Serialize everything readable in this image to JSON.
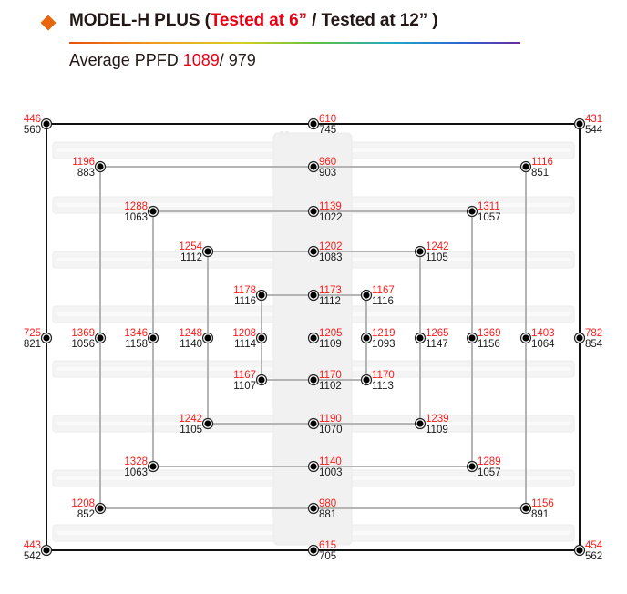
{
  "header": {
    "model": "MODEL-H PLUS (",
    "tested_6": "Tested at 6”",
    "separator": " / Tested at 12” )",
    "average_label": "Average PPFD ",
    "average_6": "1089",
    "average_12": "/ 979",
    "diamond_color": "#e8650a",
    "accent_red": "#e60012"
  },
  "chart_data": {
    "type": "table",
    "title": "MODEL-H PLUS PPFD map (Tested at 6” / Tested at 12”)",
    "average_ppfd": {
      "at_6in": 1089,
      "at_12in": 979
    },
    "units": "PPFD",
    "rings": [
      {
        "name": "outer",
        "points": [
          {
            "pos": "top-left",
            "at_6in": 446,
            "at_12in": 560
          },
          {
            "pos": "top-center",
            "at_6in": 610,
            "at_12in": 745
          },
          {
            "pos": "top-right",
            "at_6in": 431,
            "at_12in": 544
          },
          {
            "pos": "mid-left",
            "at_6in": 725,
            "at_12in": 821
          },
          {
            "pos": "mid-right",
            "at_6in": 782,
            "at_12in": 854
          },
          {
            "pos": "bottom-left",
            "at_6in": 443,
            "at_12in": 542
          },
          {
            "pos": "bottom-center",
            "at_6in": 615,
            "at_12in": 705
          },
          {
            "pos": "bottom-right",
            "at_6in": 454,
            "at_12in": 562
          }
        ]
      },
      {
        "name": "ring-4",
        "points": [
          {
            "pos": "top-left",
            "at_6in": 1196,
            "at_12in": 883
          },
          {
            "pos": "top-center",
            "at_6in": 960,
            "at_12in": 903
          },
          {
            "pos": "top-right",
            "at_6in": 1116,
            "at_12in": 851
          },
          {
            "pos": "mid-left",
            "at_6in": 1369,
            "at_12in": 1056
          },
          {
            "pos": "mid-right",
            "at_6in": 1403,
            "at_12in": 1064
          },
          {
            "pos": "bottom-left",
            "at_6in": 1208,
            "at_12in": 852
          },
          {
            "pos": "bottom-center",
            "at_6in": 980,
            "at_12in": 881
          },
          {
            "pos": "bottom-right",
            "at_6in": 1156,
            "at_12in": 891
          }
        ]
      },
      {
        "name": "ring-3",
        "points": [
          {
            "pos": "top-left",
            "at_6in": 1288,
            "at_12in": 1063
          },
          {
            "pos": "top-center",
            "at_6in": 1139,
            "at_12in": 1022
          },
          {
            "pos": "top-right",
            "at_6in": 1311,
            "at_12in": 1057
          },
          {
            "pos": "mid-left",
            "at_6in": 1346,
            "at_12in": 1158
          },
          {
            "pos": "mid-right",
            "at_6in": 1369,
            "at_12in": 1156
          },
          {
            "pos": "bottom-left",
            "at_6in": 1328,
            "at_12in": 1063
          },
          {
            "pos": "bottom-center",
            "at_6in": 1140,
            "at_12in": 1003
          },
          {
            "pos": "bottom-right",
            "at_6in": 1289,
            "at_12in": 1057
          }
        ]
      },
      {
        "name": "ring-2",
        "points": [
          {
            "pos": "top-left",
            "at_6in": 1254,
            "at_12in": 1112
          },
          {
            "pos": "top-center",
            "at_6in": 1202,
            "at_12in": 1083
          },
          {
            "pos": "top-right",
            "at_6in": 1242,
            "at_12in": 1105
          },
          {
            "pos": "mid-left",
            "at_6in": 1248,
            "at_12in": 1140
          },
          {
            "pos": "mid-right",
            "at_6in": 1265,
            "at_12in": 1147
          },
          {
            "pos": "bottom-left",
            "at_6in": 1242,
            "at_12in": 1105
          },
          {
            "pos": "bottom-center",
            "at_6in": 1190,
            "at_12in": 1070
          },
          {
            "pos": "bottom-right",
            "at_6in": 1239,
            "at_12in": 1109
          }
        ]
      },
      {
        "name": "ring-1",
        "points": [
          {
            "pos": "top-left",
            "at_6in": 1178,
            "at_12in": 1116
          },
          {
            "pos": "top-center",
            "at_6in": 1173,
            "at_12in": 1112
          },
          {
            "pos": "top-right",
            "at_6in": 1167,
            "at_12in": 1116
          },
          {
            "pos": "mid-left",
            "at_6in": 1208,
            "at_12in": 1114
          },
          {
            "pos": "mid-right",
            "at_6in": 1219,
            "at_12in": 1093
          },
          {
            "pos": "bottom-left",
            "at_6in": 1167,
            "at_12in": 1107
          },
          {
            "pos": "bottom-center",
            "at_6in": 1170,
            "at_12in": 1102
          },
          {
            "pos": "bottom-right",
            "at_6in": 1170,
            "at_12in": 1113
          }
        ]
      },
      {
        "name": "center",
        "points": [
          {
            "pos": "center",
            "at_6in": 1205,
            "at_12in": 1109
          }
        ]
      }
    ],
    "colors": {
      "at_6in": "#ff1a1a",
      "at_12in": "#1a1a1a"
    }
  }
}
